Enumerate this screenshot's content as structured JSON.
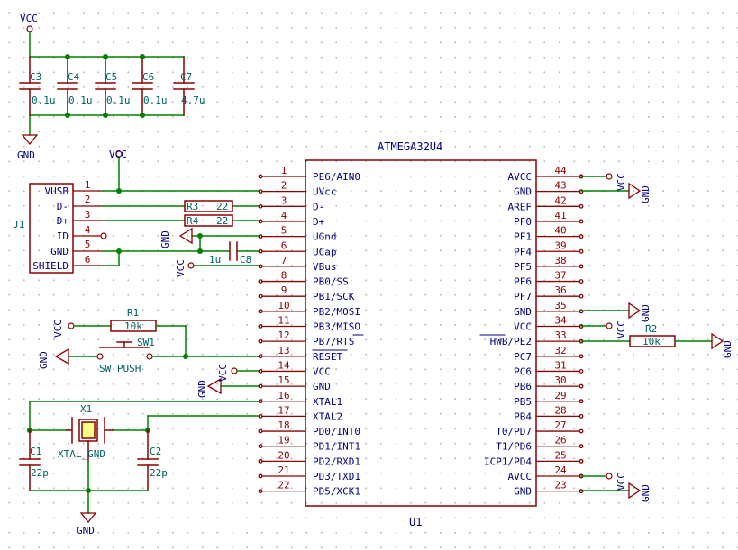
{
  "ic": {
    "name": "ATMEGA32U4",
    "ref": "U1",
    "left_pins": [
      {
        "num": "1",
        "name": "PE6/AIN0"
      },
      {
        "num": "2",
        "name": "UVcc"
      },
      {
        "num": "3",
        "name": "D-"
      },
      {
        "num": "4",
        "name": "D+"
      },
      {
        "num": "5",
        "name": "UGnd"
      },
      {
        "num": "6",
        "name": "UCap"
      },
      {
        "num": "7",
        "name": "VBus"
      },
      {
        "num": "8",
        "name": "PB0/SS"
      },
      {
        "num": "9",
        "name": "PB1/SCK"
      },
      {
        "num": "10",
        "name": "PB2/MOSI"
      },
      {
        "num": "11",
        "name": "PB3/MISO"
      },
      {
        "num": "12",
        "name": "PB7/RTS"
      },
      {
        "num": "13",
        "name": "RESET"
      },
      {
        "num": "14",
        "name": "VCC"
      },
      {
        "num": "15",
        "name": "GND"
      },
      {
        "num": "16",
        "name": "XTAL1"
      },
      {
        "num": "17",
        "name": "XTAL2"
      },
      {
        "num": "18",
        "name": "PD0/INT0"
      },
      {
        "num": "19",
        "name": "PD1/INT1"
      },
      {
        "num": "20",
        "name": "PD2/RXD1"
      },
      {
        "num": "21",
        "name": "PD3/TXD1"
      },
      {
        "num": "22",
        "name": "PD5/XCK1"
      }
    ],
    "right_pins": [
      {
        "num": "44",
        "name": "AVCC"
      },
      {
        "num": "43",
        "name": "GND"
      },
      {
        "num": "42",
        "name": "AREF"
      },
      {
        "num": "41",
        "name": "PF0"
      },
      {
        "num": "40",
        "name": "PF1"
      },
      {
        "num": "39",
        "name": "PF4"
      },
      {
        "num": "38",
        "name": "PF5"
      },
      {
        "num": "37",
        "name": "PF6"
      },
      {
        "num": "36",
        "name": "PF7"
      },
      {
        "num": "35",
        "name": "GND"
      },
      {
        "num": "34",
        "name": "VCC"
      },
      {
        "num": "33",
        "name": "HWB/PE2"
      },
      {
        "num": "32",
        "name": "PC7"
      },
      {
        "num": "31",
        "name": "PC6"
      },
      {
        "num": "30",
        "name": "PB6"
      },
      {
        "num": "29",
        "name": "PB5"
      },
      {
        "num": "28",
        "name": "PB4"
      },
      {
        "num": "27",
        "name": "T0/PD7"
      },
      {
        "num": "26",
        "name": "T1/PD6"
      },
      {
        "num": "25",
        "name": "ICP1/PD4"
      },
      {
        "num": "24",
        "name": "AVCC"
      },
      {
        "num": "23",
        "name": "GND"
      }
    ]
  },
  "connector": {
    "ref": "J1",
    "pins": [
      {
        "num": "1",
        "name": "VUSB"
      },
      {
        "num": "2",
        "name": "D-"
      },
      {
        "num": "3",
        "name": "D+"
      },
      {
        "num": "4",
        "name": "ID"
      },
      {
        "num": "5",
        "name": "GND"
      },
      {
        "num": "6",
        "name": "SHIELD"
      }
    ]
  },
  "decoupling_caps": [
    {
      "ref": "C3",
      "value": "0.1u"
    },
    {
      "ref": "C4",
      "value": "0.1u"
    },
    {
      "ref": "C5",
      "value": "0.1u"
    },
    {
      "ref": "C6",
      "value": "0.1u"
    },
    {
      "ref": "C7",
      "value": "4.7u"
    }
  ],
  "parts": {
    "r3": {
      "ref": "R3",
      "value": "22"
    },
    "r4": {
      "ref": "R4",
      "value": "22"
    },
    "r1": {
      "ref": "R1",
      "value": "10k"
    },
    "r2": {
      "ref": "R2",
      "value": "10k"
    },
    "c8": {
      "ref": "C8",
      "value": "1u"
    },
    "sw1": {
      "ref": "SW1",
      "value": "SW_PUSH"
    },
    "x1": {
      "ref": "X1",
      "value": "XTAL_GND"
    },
    "c1": {
      "ref": "C1",
      "value": "22p"
    },
    "c2": {
      "ref": "C2",
      "value": "22p"
    }
  },
  "power": {
    "vcc": "VCC",
    "gnd": "GND"
  }
}
